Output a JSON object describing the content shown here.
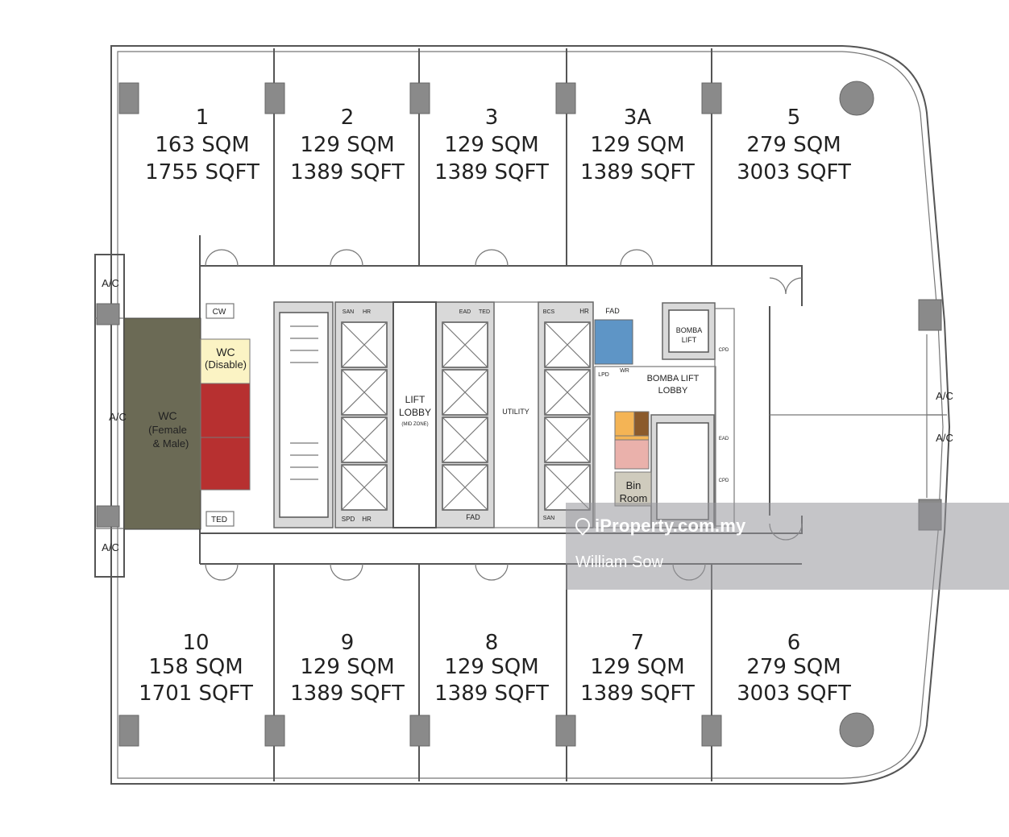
{
  "units_top": [
    {
      "number": "1",
      "sqm": "163 SQM",
      "sqft": "1755 SQFT"
    },
    {
      "number": "2",
      "sqm": "129 SQM",
      "sqft": "1389 SQFT"
    },
    {
      "number": "3",
      "sqm": "129 SQM",
      "sqft": "1389 SQFT"
    },
    {
      "number": "3A",
      "sqm": "129 SQM",
      "sqft": "1389 SQFT"
    },
    {
      "number": "5",
      "sqm": "279 SQM",
      "sqft": "3003 SQFT"
    }
  ],
  "units_bottom": [
    {
      "number": "10",
      "sqm": "158 SQM",
      "sqft": "1701 SQFT"
    },
    {
      "number": "9",
      "sqm": "129 SQM",
      "sqft": "1389 SQFT"
    },
    {
      "number": "8",
      "sqm": "129 SQM",
      "sqft": "1389 SQFT"
    },
    {
      "number": "7",
      "sqm": "129 SQM",
      "sqft": "1389 SQFT"
    },
    {
      "number": "6",
      "sqm": "279 SQM",
      "sqft": "3003 SQFT"
    }
  ],
  "labels": {
    "ac": "A/C",
    "cw": "CW",
    "ted": "TED",
    "wc_disable_1": "WC",
    "wc_disable_2": "(Disable)",
    "wc_main_1": "WC",
    "wc_main_2": "(Female",
    "wc_main_3": "& Male)",
    "lift_lobby_1": "LIFT",
    "lift_lobby_2": "LOBBY",
    "lift_lobby_3": "(MID ZONE)",
    "utility": "UTILITY",
    "san": "SAN",
    "hr": "HR",
    "ead": "EAD",
    "bcs": "BCS",
    "fad": "FAD",
    "spd": "SPD",
    "lpd": "LPD",
    "wr": "WR",
    "cpd": "CPD",
    "bomba_lift_1": "BOMBA",
    "bomba_lift_2": "LIFT",
    "bomba_lobby_1": "BOMBA LIFT",
    "bomba_lobby_2": "LOBBY",
    "bin_1": "Bin",
    "bin_2": "Room"
  },
  "colors": {
    "wc_main": "#6b6a55",
    "wc_disable": "#fbf3c4",
    "wc_red": "#b73030",
    "fad_blue": "#5e95c6",
    "orange": "#f4b455",
    "brown": "#8b5a2b",
    "pink": "#eab1ab",
    "bin": "#cfcbbd"
  },
  "watermark": {
    "brand": "iProperty.com.my",
    "agent": "William Sow"
  }
}
